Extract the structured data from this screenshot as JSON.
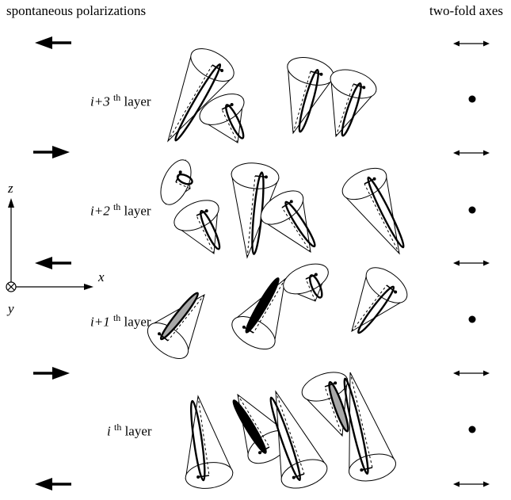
{
  "headers": {
    "left": "spontaneous polarizations",
    "right": "two-fold axes"
  },
  "layers": [
    {
      "index_prefix": "i+3",
      "sup": "th",
      "suffix": " layer"
    },
    {
      "index_prefix": "i+2",
      "sup": "th",
      "suffix": " layer"
    },
    {
      "index_prefix": "i+1",
      "sup": "th",
      "suffix": " layer"
    },
    {
      "index_prefix": "i",
      "sup": "th",
      "suffix": " layer"
    }
  ],
  "axes": {
    "z": "z",
    "x": "x",
    "y": "y"
  },
  "polarization_arrows": [
    "left",
    "right",
    "left",
    "right",
    "left"
  ],
  "two_fold_axes": [
    "in-plane",
    "out-of-plane",
    "in-plane",
    "out-of-plane",
    "in-plane",
    "out-of-plane",
    "in-plane",
    "out-of-plane",
    "in-plane"
  ],
  "colors": {
    "ink": "#000000",
    "gray_fill": "#a8a8a8",
    "background": "#ffffff"
  }
}
